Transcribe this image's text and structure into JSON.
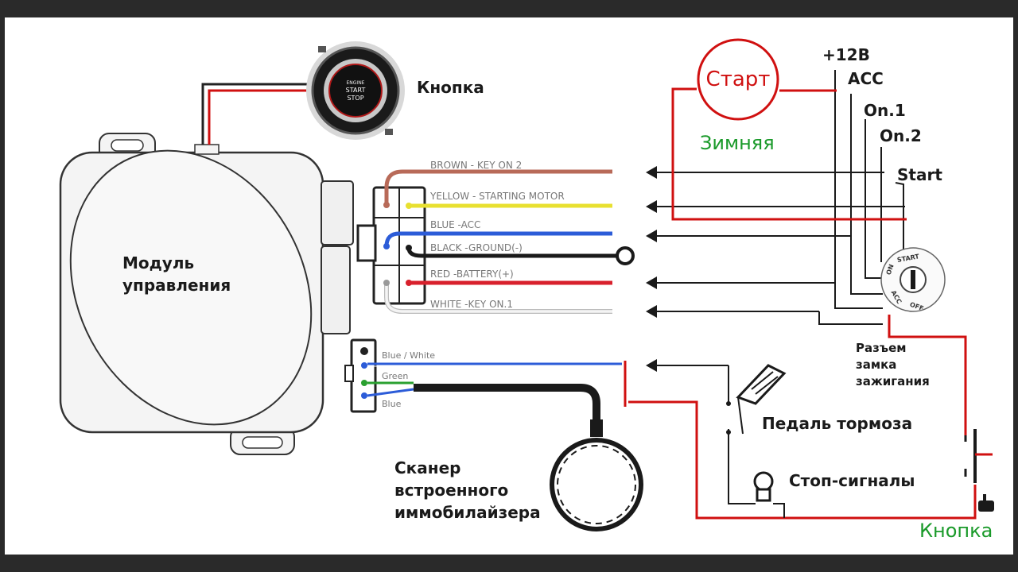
{
  "module": {
    "line1": "Модуль",
    "line2": "управления"
  },
  "top_button": {
    "label": "Кнопка",
    "face_line1": "ENGINE",
    "face_line2": "START",
    "face_line3": "STOP"
  },
  "wires": [
    {
      "label": "BROWN - KEY ON 2",
      "color": "#b86a58"
    },
    {
      "label": "YELLOW - STARTING MOTOR",
      "color": "#e8e030"
    },
    {
      "label": "BLUE      -ACC",
      "color": "#2c5cd8"
    },
    {
      "label": "BLACK  -GROUND(-)",
      "color": "#1a1a1a"
    },
    {
      "label": "RED       -BATTERY(+)",
      "color": "#d8202c"
    },
    {
      "label": "WHITE    -KEY ON.1",
      "color": "#f0f0f0"
    }
  ],
  "lower_connector": {
    "pins": [
      {
        "label": "Blue / White",
        "color": "#2c5cd8"
      },
      {
        "label": "Green",
        "color": "#2aa030"
      },
      {
        "label": "Blue",
        "color": "#2c5cd8"
      }
    ]
  },
  "scanner": {
    "line1": "Сканер",
    "line2": "встроенного",
    "line3": "иммобилайзера"
  },
  "start_circle": {
    "label": "Старт"
  },
  "winter": {
    "label": "Зимняя"
  },
  "switch_terminals": [
    "+12В",
    "ACC",
    "On.1",
    "On.2",
    "Start"
  ],
  "ignition_connector": {
    "line1": "Разъем",
    "line2": "замка",
    "line3": "зажигания"
  },
  "key_face": {
    "start": "START",
    "on": "ON",
    "off": "OFF",
    "acc": "ACC"
  },
  "brake_pedal": {
    "label": "Педаль тормоза"
  },
  "stop_lights": {
    "label": "Стоп-сигналы"
  },
  "bottom_button": {
    "label": "Кнопка"
  },
  "colors": {
    "red_wire": "#d01010",
    "accent_red": "#d01010",
    "accent_green": "#1a9a2a"
  },
  "icons": [
    "arrow-left-icon",
    "brake-pedal-icon",
    "lamp-icon",
    "hand-pointer-icon"
  ]
}
